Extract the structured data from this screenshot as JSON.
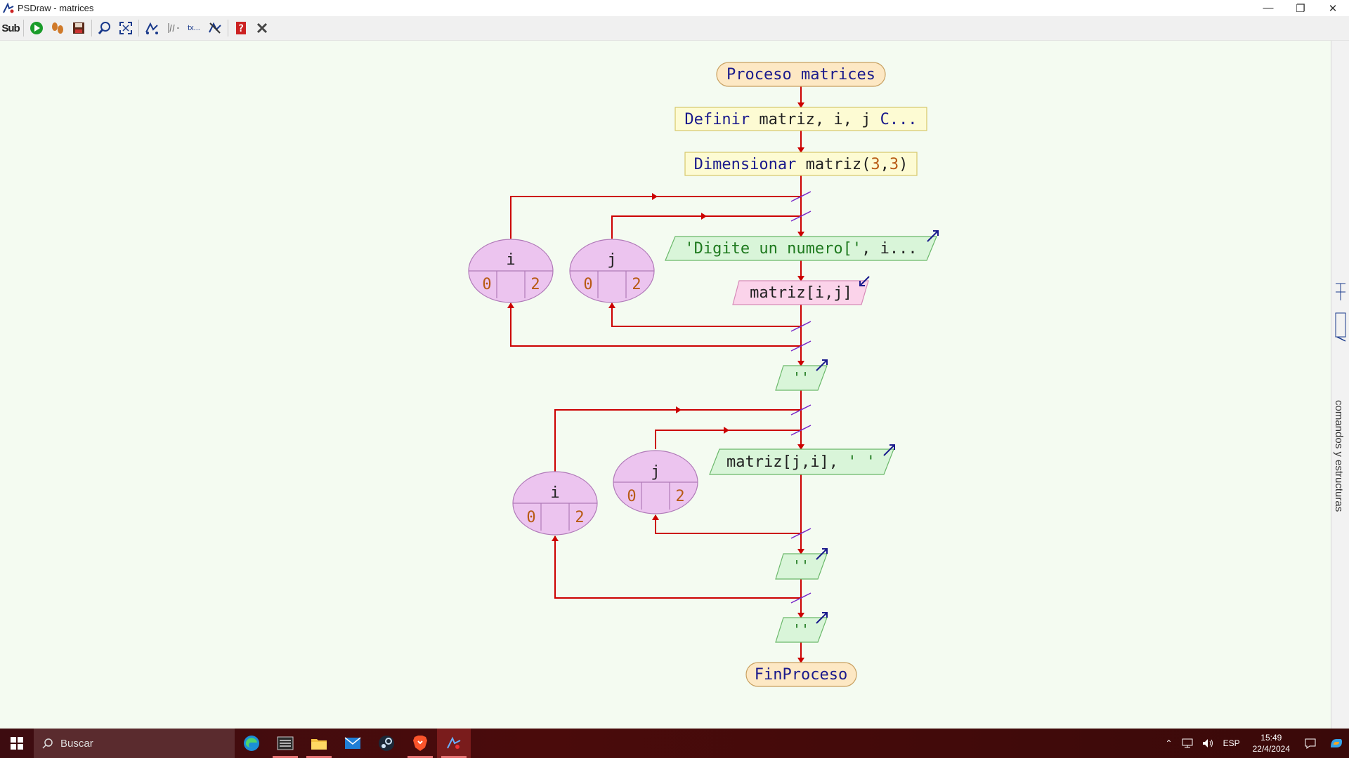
{
  "window": {
    "title": "PSDraw - matrices"
  },
  "toolbar": {
    "items": [
      {
        "name": "sub-icon"
      },
      {
        "name": "run-icon"
      },
      {
        "name": "step-icon"
      },
      {
        "name": "save-icon"
      },
      {
        "name": "zoom-icon"
      },
      {
        "name": "fit-icon"
      },
      {
        "name": "style-icon"
      },
      {
        "name": "comments-icon"
      },
      {
        "name": "text-icon"
      },
      {
        "name": "cross-icon"
      },
      {
        "name": "help-icon"
      },
      {
        "name": "close-icon"
      }
    ],
    "sub_label": "Sub",
    "text_label": "tx..."
  },
  "flow": {
    "start": "Proceso matrices",
    "define": {
      "kw": "Definir",
      "rest": " matriz, i, j",
      "tail": " C..."
    },
    "dim": {
      "kw": "Dimensionar",
      "rest": " matriz(",
      "n1": "3",
      "comma": ",",
      "n2": "3",
      "close": ")"
    },
    "write1": {
      "str": "'Digite un numero['",
      "rest": ", i..."
    },
    "read1": "matriz[i,j]",
    "loop_i_1": {
      "var": "i",
      "from": "0",
      "to": "2"
    },
    "loop_j_1": {
      "var": "j",
      "from": "0",
      "to": "2"
    },
    "write_blank": "''",
    "write2": {
      "arr": "matriz[j,i],",
      "str": " ' '"
    },
    "loop_i_2": {
      "var": "i",
      "from": "0",
      "to": "2"
    },
    "loop_j_2": {
      "var": "j",
      "from": "0",
      "to": "2"
    },
    "end": "FinProceso"
  },
  "right_panel": {
    "label": "comandos y estructuras"
  },
  "taskbar": {
    "search_placeholder": "Buscar",
    "lang": "ESP",
    "time": "15:49",
    "date": "22/4/2024"
  },
  "colors": {
    "arrow": "#cc0000",
    "keyword": "#1a1a8c",
    "number": "#b85a14",
    "string": "#1f7a1f",
    "loop_fill": "#ecc4ef",
    "io_fill": "#d9f5d9",
    "read_fill": "#fbd3ea",
    "proc_fill": "#fdfbd3",
    "terminal_fill": "#fde8c4"
  }
}
